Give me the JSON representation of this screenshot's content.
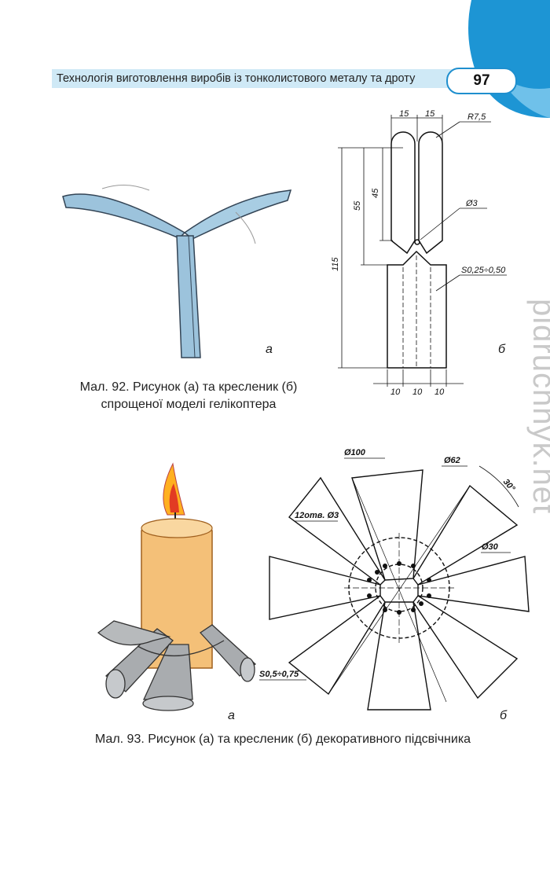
{
  "header": {
    "title": "Технологія виготовлення виробів із тонколистового металу та дроту",
    "page_number": "97",
    "side_tab": "pidruchnyk.net",
    "accent_color": "#1f8fce",
    "bar_color": "#cfe9f6"
  },
  "figure92": {
    "label_a": "а",
    "label_b": "б",
    "caption_line1": "Мал. 92. Рисунок (а) та кресленик (б)",
    "caption_line2": "спрощеної моделі гелікоптера",
    "dims": {
      "top_left": "15",
      "top_right": "15",
      "radius": "R7,5",
      "hole": "Ø3",
      "h45": "45",
      "h55": "55",
      "h115": "115",
      "thickness": "S0,25÷0,50",
      "bottom1": "10",
      "bottom2": "10",
      "bottom3": "10"
    }
  },
  "figure93": {
    "label_a": "а",
    "label_b": "б",
    "caption": "Мал. 93. Рисунок (а) та кресленик (б) декоративного підсвічника",
    "dims": {
      "d100": "Ø100",
      "d62": "Ø62",
      "angle": "30°",
      "holes": "12отв. Ø3",
      "d30": "Ø30",
      "thickness": "S0,5÷0,75"
    }
  }
}
